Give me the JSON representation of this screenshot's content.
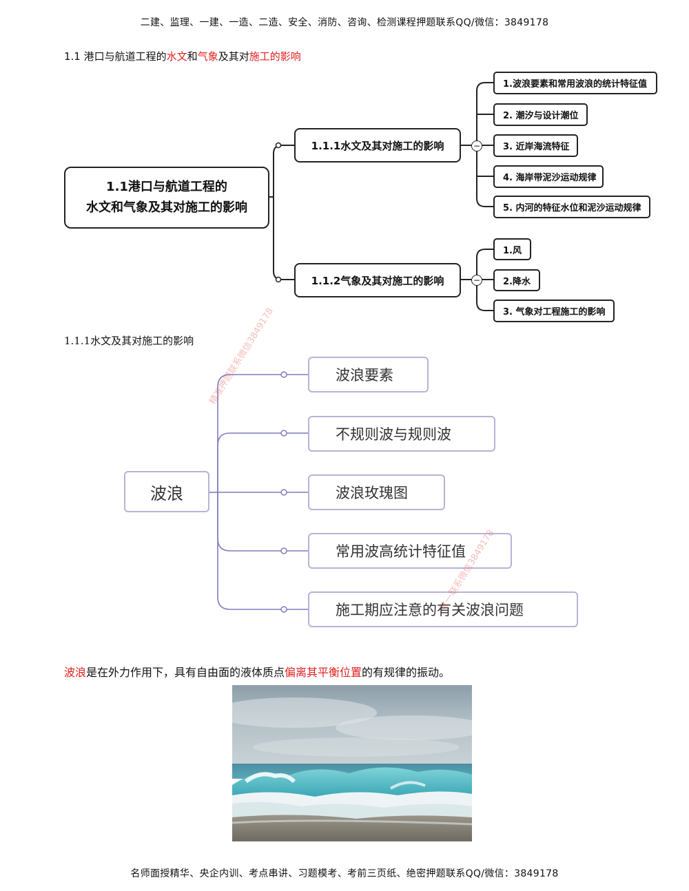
{
  "header": "二建、监理、一建、一造、二造、安全、消防、咨询、检测课程押题联系QQ/微信：3849178",
  "footer": "名师面授精华、央企内训、考点串讲、习题模考、考前三页纸、绝密押题联系QQ/微信：3849178",
  "section1": {
    "num": "1.1",
    "p1": "港口与航道工程的",
    "r1": "水文",
    "p2": "和",
    "r2": "气象",
    "p3": "及其对",
    "r3": "施工的影响"
  },
  "mindmap1": {
    "root_line1": "1.1港口与航道工程的",
    "root_line2": "水文和气象及其对施工的影响",
    "branch1": {
      "label": "1.1.1水文及其对施工的影响",
      "leaves": [
        "1.波浪要素和常用波浪的统计特征值",
        "2. 潮汐与设计潮位",
        "3. 近岸海流特征",
        "4. 海岸带泥沙运动规律",
        "5. 内河的特征水位和泥沙运动规律"
      ]
    },
    "branch2": {
      "label": "1.1.2气象及其对施工的影响",
      "leaves": [
        "1.风",
        "2.降水",
        "3. 气象对工程施工的影响"
      ]
    },
    "collapse_symbol": "−"
  },
  "section2": {
    "title": "1.1.1水文及其对施工的影响"
  },
  "mindmap2": {
    "root": "波浪",
    "children": [
      "波浪要素",
      "不规则波与规则波",
      "波浪玫瑰图",
      "常用波高统计特征值",
      "施工期应注意的有关波浪问题"
    ]
  },
  "definition": {
    "r1": "波浪",
    "p1": "是在外力作用下，具有自由面的液体质点",
    "r2": "偏离其平衡位置",
    "p2": "的有规律的振动。"
  },
  "watermarks": [
    "精准押题联系微信3849178",
    "唯一联系微信3849178"
  ],
  "colors": {
    "accent_red": "#e02020",
    "mindmap2_border": "#b6b3d6",
    "mindmap2_line": "#7f7bbd"
  }
}
